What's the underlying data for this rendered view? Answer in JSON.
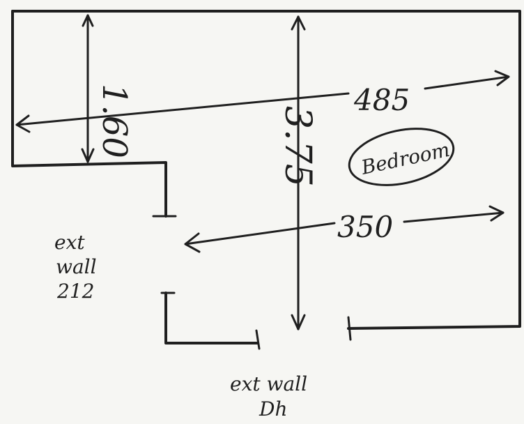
{
  "sketch": {
    "dimensions": {
      "left_vertical": "1.60",
      "middle_vertical": "3.75",
      "top_width": "485",
      "inner_width": "350"
    },
    "room_label": "Bedroom",
    "notes": {
      "left_opening": [
        "ext",
        "wall",
        "212"
      ],
      "bottom_opening": [
        "ext wall",
        "Dh"
      ]
    }
  }
}
